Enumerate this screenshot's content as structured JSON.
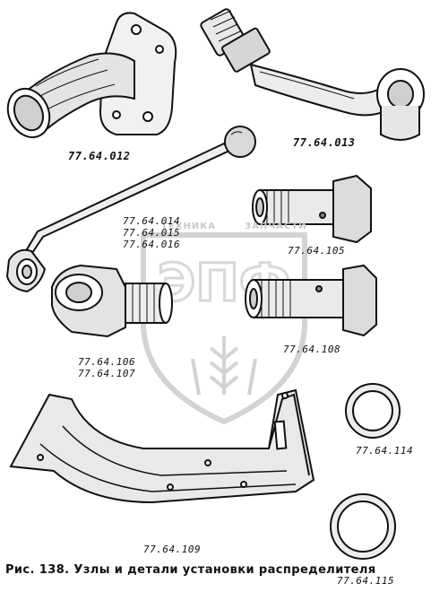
{
  "watermark": {
    "brand_left": "ТЕХНИКА",
    "brand_right": "ЗАПЧАСТИ",
    "logo_text": "ЭПФ"
  },
  "parts": {
    "p012": "77.64.012",
    "p013": "77.64.013",
    "p014": "77.64.014",
    "p015": "77.64.015",
    "p016": "77.64.016",
    "p105": "77.64.105",
    "p106": "77.64.106",
    "p107": "77.64.107",
    "p108": "77.64.108",
    "p109": "77.64.109",
    "p114": "77.64.114",
    "p115": "77.64.115"
  },
  "caption": "Рис. 138. Узлы и детали установки распределителя"
}
